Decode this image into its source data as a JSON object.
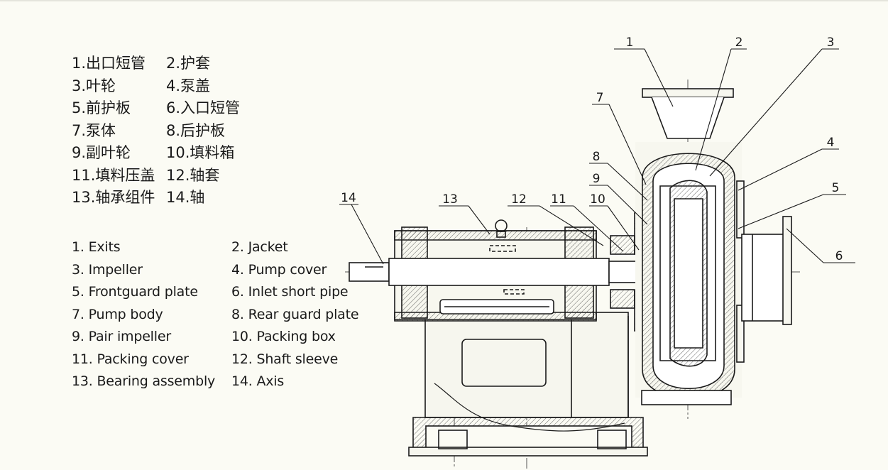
{
  "legend_zh": [
    [
      "1.出口短管",
      "2.护套"
    ],
    [
      "3.叶轮",
      "4.泵盖"
    ],
    [
      "5.前护板",
      "6.入口短管"
    ],
    [
      "7.泵体",
      "8.后护板"
    ],
    [
      "9.副叶轮",
      "10.填料箱"
    ],
    [
      "11.填料压盖",
      "12.轴套"
    ],
    [
      "13.轴承组件",
      "14.轴"
    ]
  ],
  "legend_en": [
    [
      "1. Exits",
      "2. Jacket"
    ],
    [
      "3. Impeller",
      "4. Pump cover"
    ],
    [
      "5. Frontguard plate",
      "6. Inlet short pipe"
    ],
    [
      "7. Pump body",
      "8. Rear guard plate"
    ],
    [
      "9. Pair impeller",
      "10. Packing box"
    ],
    [
      "11. Packing cover",
      "12. Shaft sleeve"
    ],
    [
      "13. Bearing assembly",
      "14. Axis"
    ]
  ],
  "callouts": [
    "1",
    "2",
    "3",
    "4",
    "5",
    "6",
    "7",
    "8",
    "9",
    "10",
    "11",
    "12",
    "13",
    "14"
  ]
}
